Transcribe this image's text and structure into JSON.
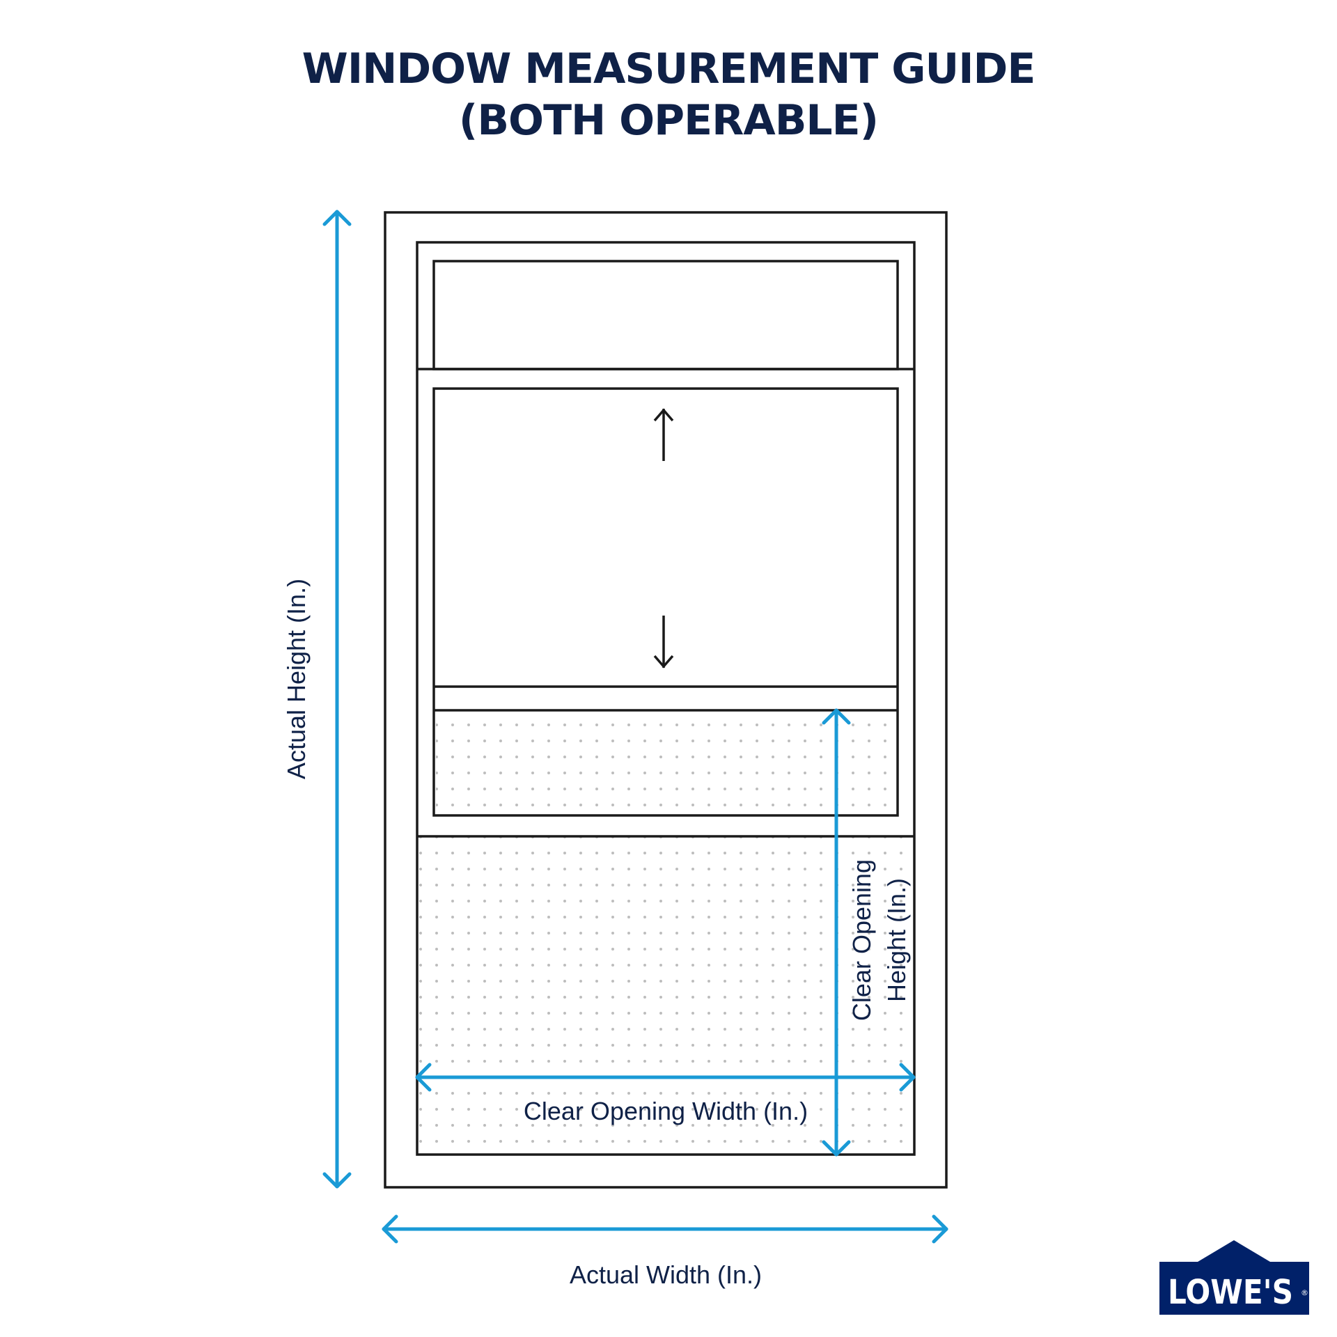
{
  "title": {
    "line1": "WINDOW MEASUREMENT GUIDE",
    "line2": "(BOTH OPERABLE)"
  },
  "labels": {
    "actual_height": "Actual Height (In.)",
    "actual_width": "Actual Width (In.)",
    "clear_opening_width": "Clear Opening Width (In.)",
    "clear_opening_height_line1": "Clear Opening",
    "clear_opening_height_line2": "Height (In.)"
  },
  "logo": {
    "text": "LOWE'S",
    "registered_mark": "®"
  },
  "colors": {
    "title": "#0f2147",
    "label": "#0f2147",
    "dimension_arrow": "#1a9ad6",
    "outline": "#1a1a1a",
    "dot_pattern": "#bdbdbd",
    "logo_bg": "#012169",
    "logo_text": "#ffffff"
  },
  "icons": [
    "sash-up-arrow-icon",
    "sash-down-arrow-icon",
    "lowes-house-logo-icon"
  ]
}
